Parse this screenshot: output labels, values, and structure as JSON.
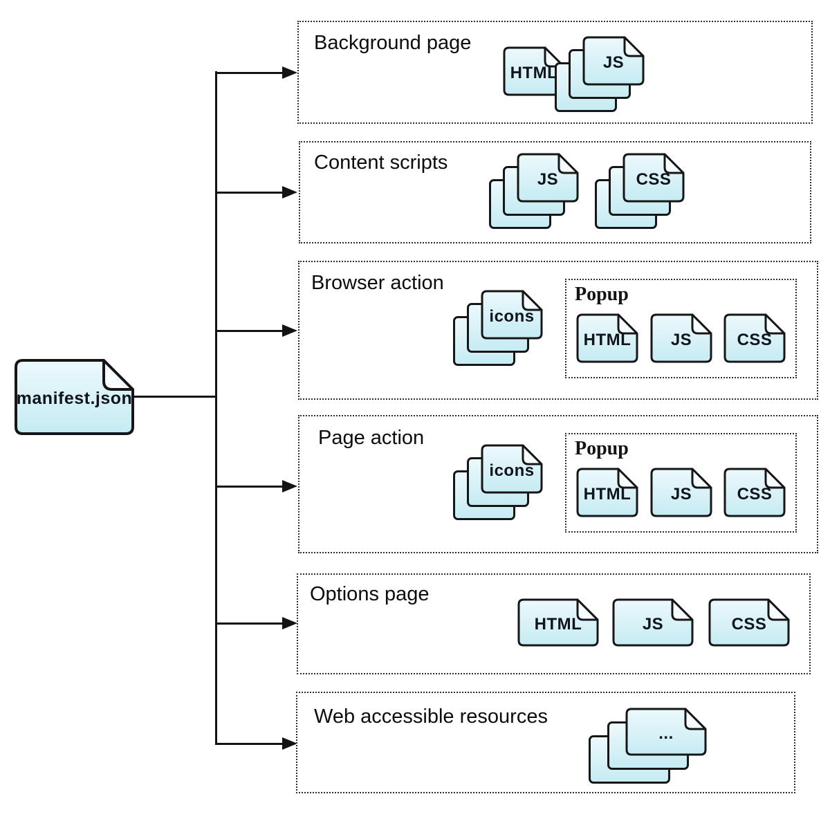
{
  "root": {
    "label": "manifest.json"
  },
  "sections": [
    {
      "label": "Background page",
      "docs": {
        "html": "HTML",
        "js_stack": "JS"
      }
    },
    {
      "label": "Content scripts",
      "docs": {
        "js_stack": "JS",
        "css_stack": "CSS"
      }
    },
    {
      "label": "Browser action",
      "docs": {
        "icons_stack": "icons"
      },
      "popup": {
        "label": "Popup",
        "html": "HTML",
        "js": "JS",
        "css": "CSS"
      }
    },
    {
      "label": "Page action",
      "docs": {
        "icons_stack": "icons"
      },
      "popup": {
        "label": "Popup",
        "html": "HTML",
        "js": "JS",
        "css": "CSS"
      }
    },
    {
      "label": "Options page",
      "docs": {
        "html": "HTML",
        "js": "JS",
        "css": "CSS"
      }
    },
    {
      "label": "Web accessible resources",
      "docs": {
        "stack": "..."
      }
    }
  ],
  "colors": {
    "background": "#ffffff",
    "doc_fill_top": "#ecf9fc",
    "doc_fill_bottom": "#c6ebf3",
    "doc_border": "#161616",
    "connector": "#131313",
    "box_border": "#2c2c2c"
  }
}
